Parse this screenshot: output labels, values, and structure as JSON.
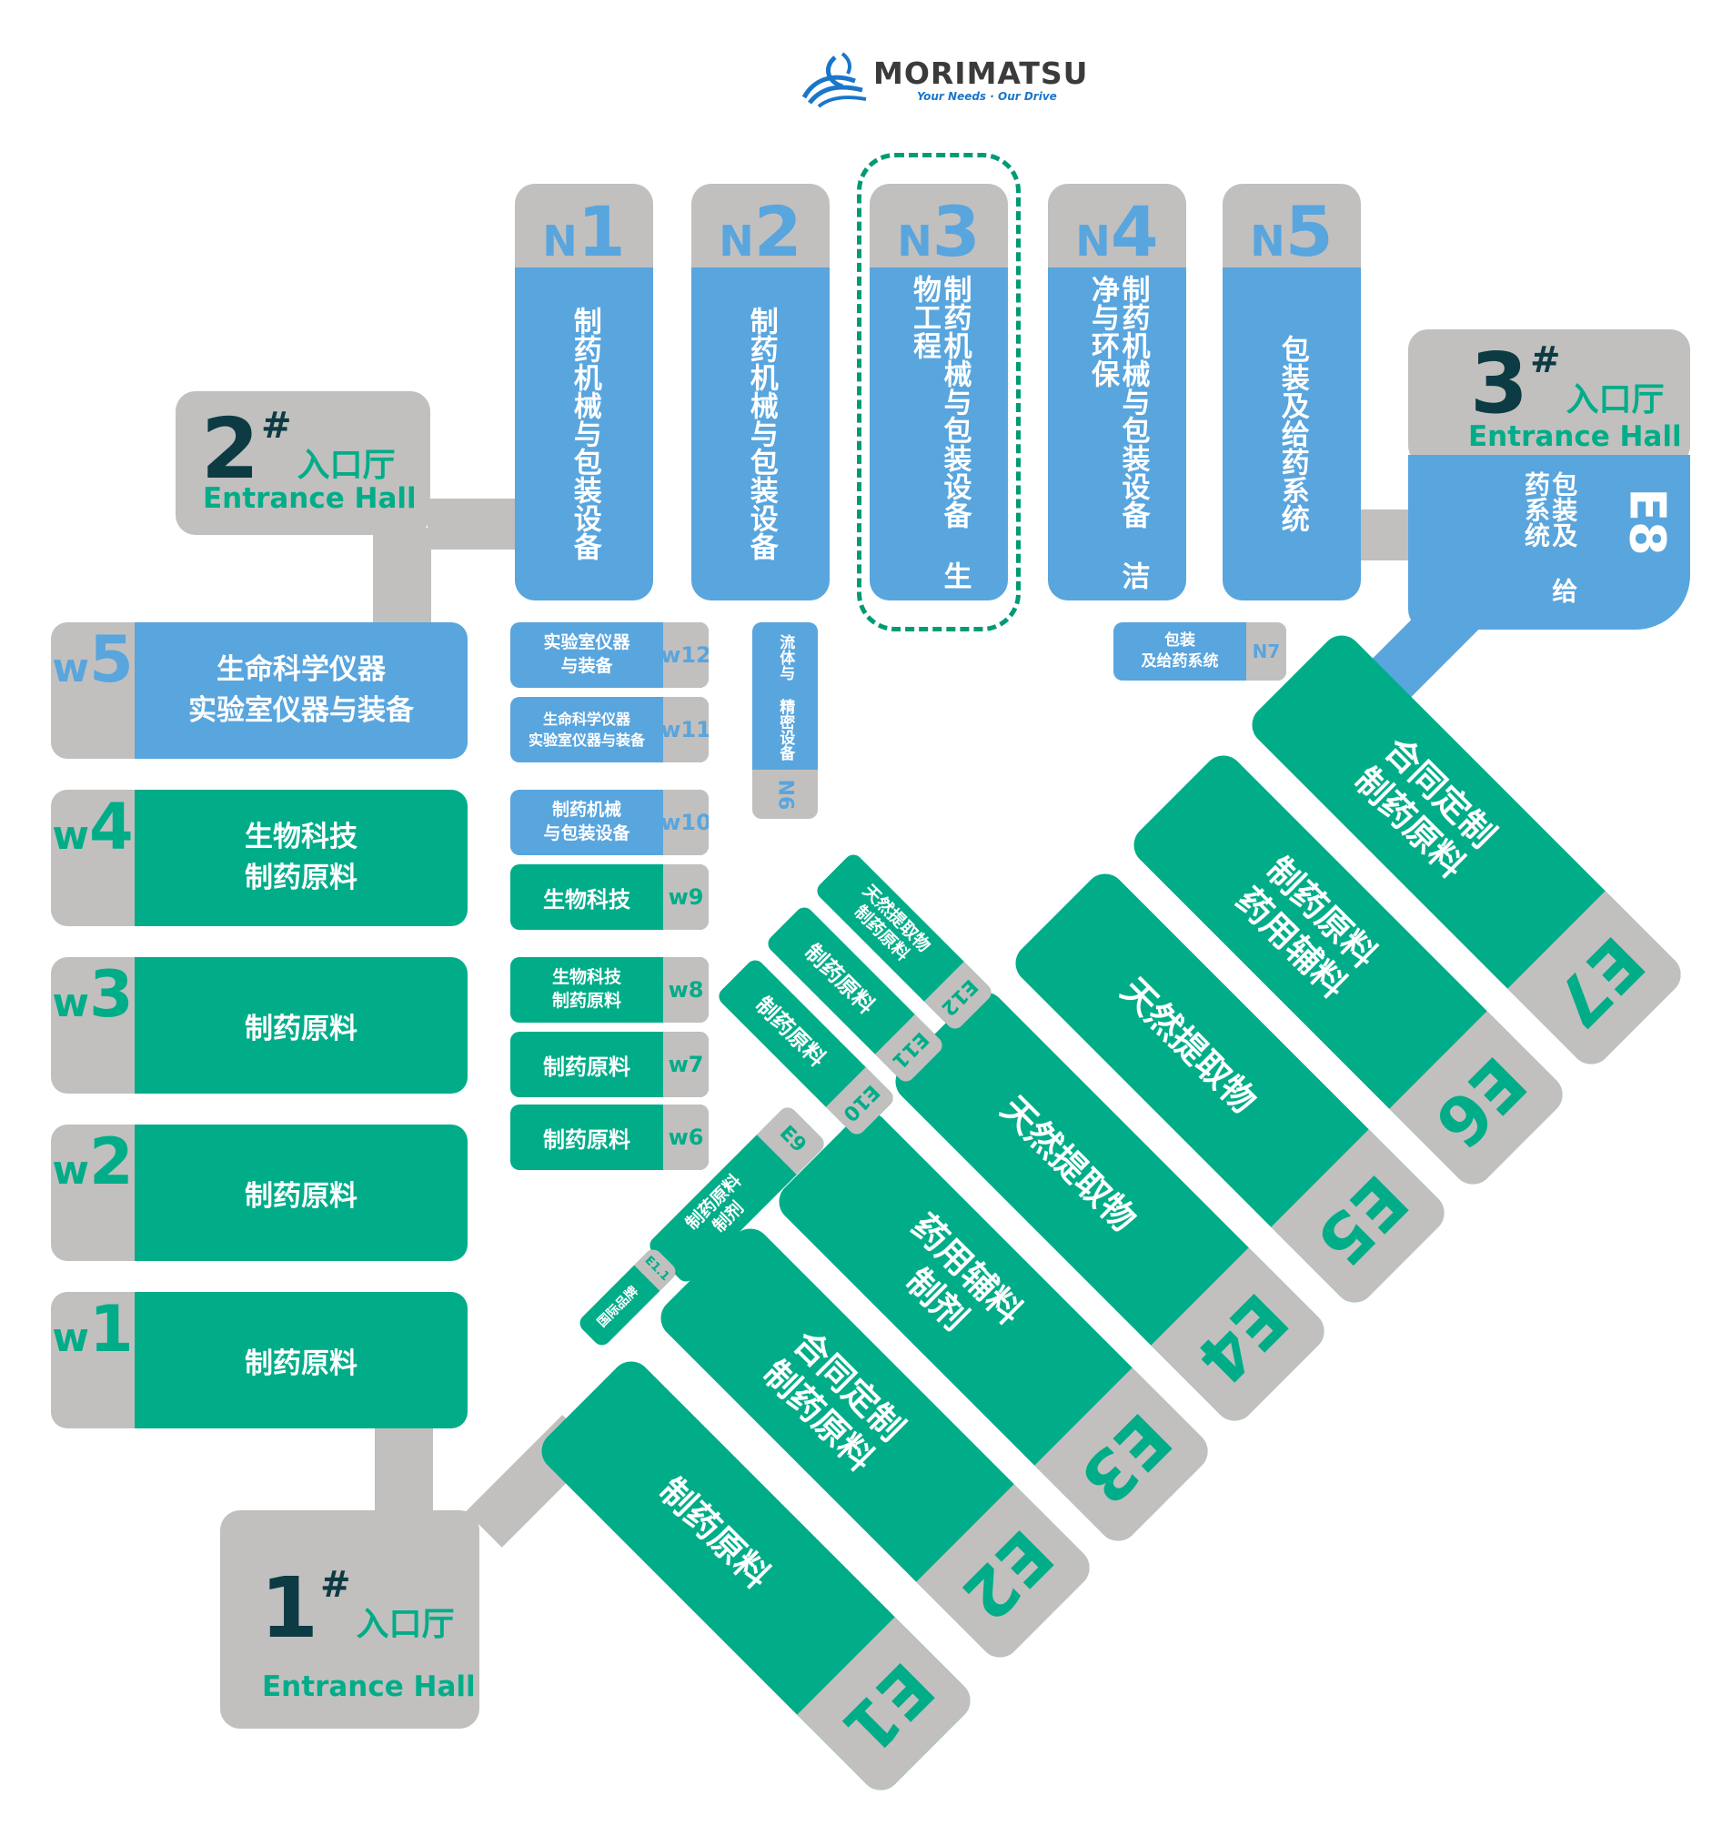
{
  "logo": {
    "brand": "MORIMATSU",
    "tagline": "Your Needs · Our Drive"
  },
  "colors": {
    "green": "#00ad88",
    "blue": "#59a5de",
    "gray": "#c1c0bf",
    "dark": "#0d3b43"
  },
  "entrances": [
    {
      "num": "1",
      "hash": "#",
      "cn": "入口厅",
      "en": "Entrance Hall"
    },
    {
      "num": "2",
      "hash": "#",
      "cn": "入口厅",
      "en": "Entrance Hall"
    },
    {
      "num": "3",
      "hash": "#",
      "cn": "入口厅",
      "en": "Entrance Hall"
    }
  ],
  "north_halls": [
    {
      "prefix": "N",
      "num": "1",
      "label": "制药机械与包装设备"
    },
    {
      "prefix": "N",
      "num": "2",
      "label": "制药机械与包装设备"
    },
    {
      "prefix": "N",
      "num": "3",
      "label": "制药机械与包装设备\n生物工程",
      "highlighted": true
    },
    {
      "prefix": "N",
      "num": "4",
      "label": "制药机械与包装设备\n洁净与环保"
    },
    {
      "prefix": "N",
      "num": "5",
      "label": "包装及给药系统"
    }
  ],
  "e8": {
    "code": "E8",
    "label": "包装及\n给药系统"
  },
  "west_halls": [
    {
      "prefix": "w",
      "num": "5",
      "label": "生命科学仪器\n实验室仪器与装备"
    },
    {
      "prefix": "w",
      "num": "4",
      "label": "生物科技\n制药原料"
    },
    {
      "prefix": "w",
      "num": "3",
      "label": "制药原料"
    },
    {
      "prefix": "w",
      "num": "2",
      "label": "制药原料"
    },
    {
      "prefix": "w",
      "num": "1",
      "label": "制药原料"
    }
  ],
  "small_w": [
    {
      "code": "w12",
      "label": "实验室仪器\n与装备"
    },
    {
      "code": "w11",
      "label": "生命科学仪器\n实验室仪器与装备"
    },
    {
      "code": "w10",
      "label": "制药机械\n与包装设备"
    },
    {
      "code": "w9",
      "label": "生物科技"
    },
    {
      "code": "w8",
      "label": "生物科技\n制药原料"
    },
    {
      "code": "w7",
      "label": "制药原料"
    },
    {
      "code": "w6",
      "label": "制药原料"
    }
  ],
  "n6": {
    "code": "N6",
    "label": "流体与\n精密设备"
  },
  "n7": {
    "code": "N7",
    "label": "包装\n及给药系统"
  },
  "east_halls": [
    {
      "code": "E1",
      "label": "制药原料"
    },
    {
      "code": "E2",
      "label": "合同定制\n制药原料"
    },
    {
      "code": "E3",
      "label": "药用辅料\n制剂"
    },
    {
      "code": "E4",
      "label": "天然提取物"
    },
    {
      "code": "E5",
      "label": "天然提取物"
    },
    {
      "code": "E6",
      "label": "制药原料\n药用辅料"
    },
    {
      "code": "E7",
      "label": "合同定制\n制药原料"
    }
  ],
  "small_e": [
    {
      "code": "E12",
      "label": "天然提取物\n制药原料"
    },
    {
      "code": "E11",
      "label": "制药原料"
    },
    {
      "code": "E10",
      "label": "制药原料"
    },
    {
      "code": "E9",
      "label": "制药原料\n制剂"
    },
    {
      "code": "E1.1",
      "label": "国际品牌"
    }
  ]
}
